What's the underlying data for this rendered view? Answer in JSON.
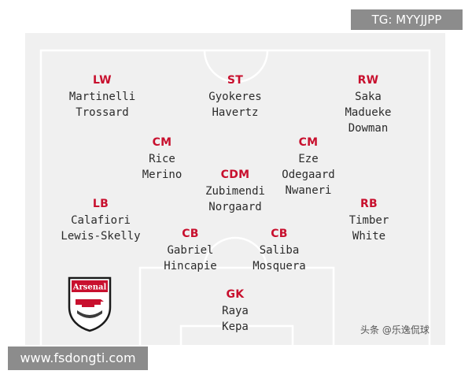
{
  "badges": {
    "telegram": "TG: MYYJJPP",
    "website": "www.fsdongti.com"
  },
  "watermark": "头条 @乐逸侃球",
  "crest": {
    "club": "Arsenal"
  },
  "colors": {
    "position_label": "#c8102e",
    "player_text": "#2b2b2b",
    "pitch_background": "#f0f0f0",
    "pitch_lines": "#ffffff"
  },
  "positions": {
    "lw": {
      "label": "LW",
      "players": [
        "Martinelli",
        "Trossard"
      ]
    },
    "st": {
      "label": "ST",
      "players": [
        "Gyokeres",
        "Havertz"
      ]
    },
    "rw": {
      "label": "RW",
      "players": [
        "Saka",
        "Madueke",
        "Dowman"
      ]
    },
    "cm_left": {
      "label": "CM",
      "players": [
        "Rice",
        "Merino"
      ]
    },
    "cm_right": {
      "label": "CM",
      "players": [
        "Eze",
        "Odegaard",
        "Nwaneri"
      ]
    },
    "cdm": {
      "label": "CDM",
      "players": [
        "Zubimendi",
        "Norgaard"
      ]
    },
    "lb": {
      "label": "LB",
      "players": [
        "Calafiori",
        "Lewis-Skelly"
      ]
    },
    "rb": {
      "label": "RB",
      "players": [
        "Timber",
        "White"
      ]
    },
    "cb_left": {
      "label": "CB",
      "players": [
        "Gabriel",
        "Hincapie"
      ]
    },
    "cb_right": {
      "label": "CB",
      "players": [
        "Saliba",
        "Mosquera"
      ]
    },
    "gk": {
      "label": "GK",
      "players": [
        "Raya",
        "Kepa"
      ]
    }
  }
}
